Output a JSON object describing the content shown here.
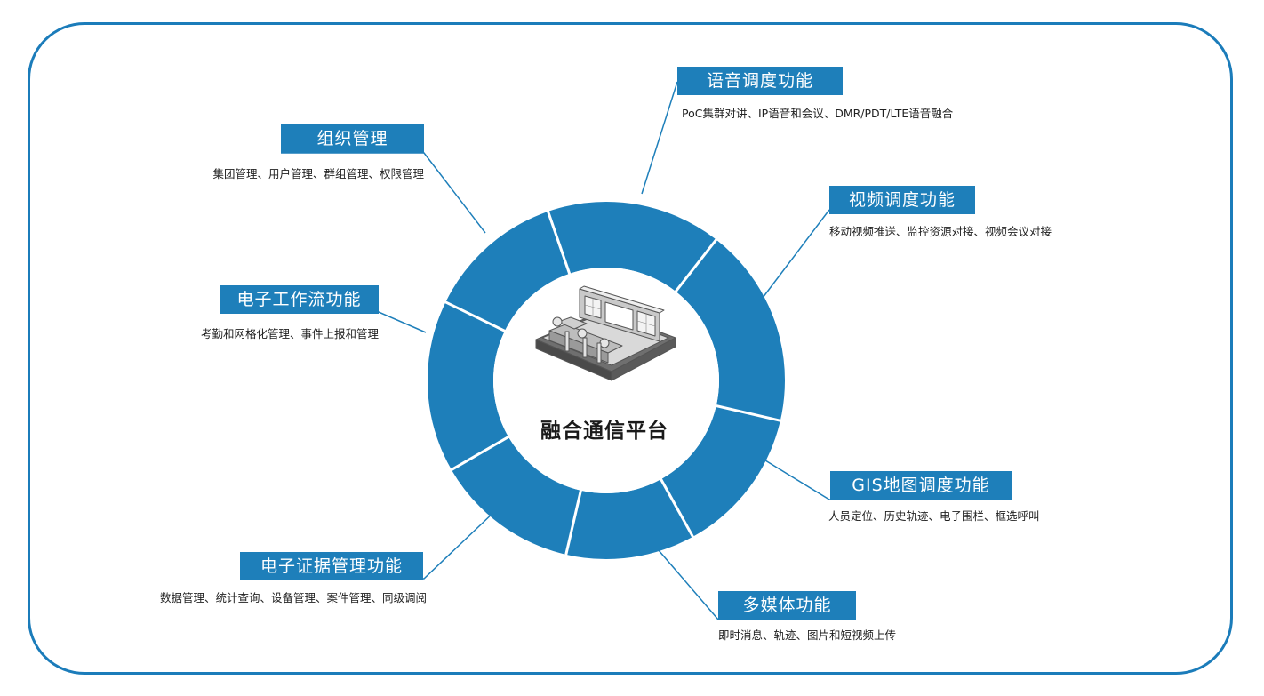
{
  "center": {
    "title": "融合通信平台",
    "icon": "command-center-icon"
  },
  "colors": {
    "accent": "#1e7fba",
    "frame": "#1b7cba",
    "ring": "#1e7fba",
    "line": "#1e7fba"
  },
  "modules": {
    "voice": {
      "title": "语音调度功能",
      "desc": "PoC集群对讲、IP语音和会议、DMR/PDT/LTE语音融合"
    },
    "video": {
      "title": "视频调度功能",
      "desc": "移动视频推送、监控资源对接、视频会议对接"
    },
    "gis": {
      "title": "GIS地图调度功能",
      "desc": "人员定位、历史轨迹、电子围栏、框选呼叫"
    },
    "multimedia": {
      "title": "多媒体功能",
      "desc": "即时消息、轨迹、图片和短视频上传"
    },
    "evidence": {
      "title": "电子证据管理功能",
      "desc": "数据管理、统计查询、设备管理、案件管理、同级调阅"
    },
    "workflow": {
      "title": "电子工作流功能",
      "desc": "考勤和网格化管理、事件上报和管理"
    },
    "org": {
      "title": "组织管理",
      "desc": "集团管理、用户管理、群组管理、权限管理"
    }
  }
}
